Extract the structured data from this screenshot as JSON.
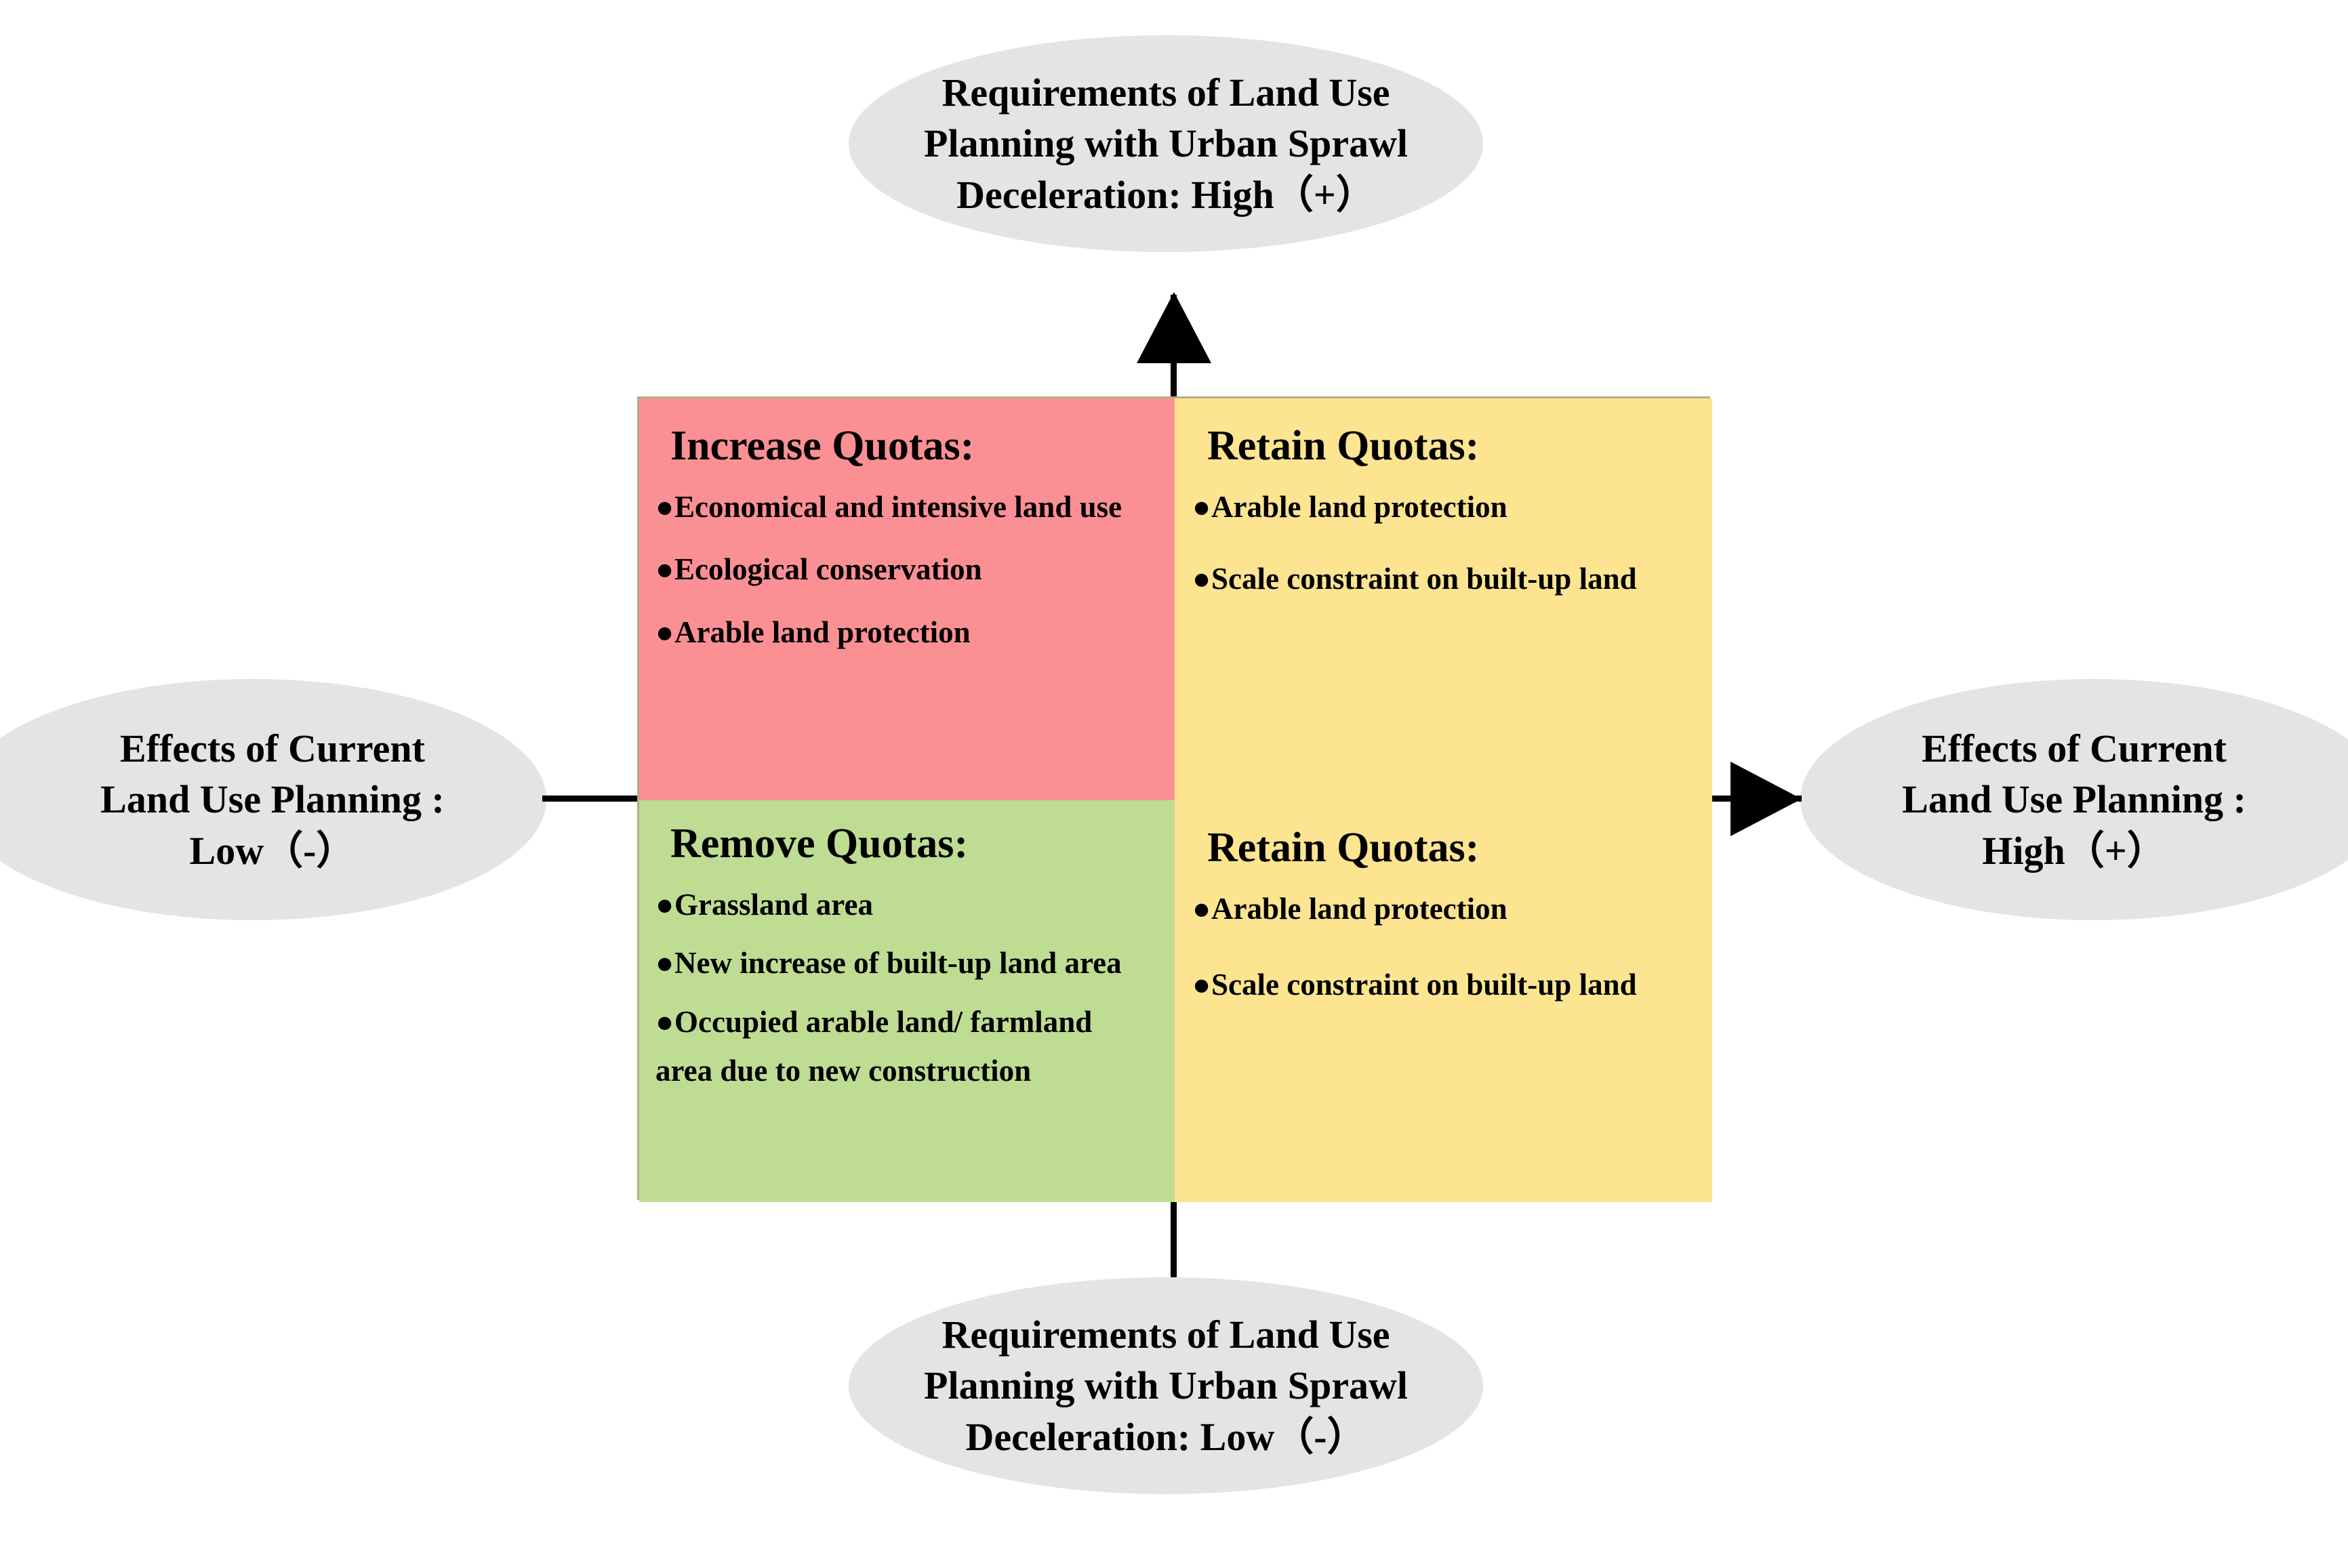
{
  "diagram": {
    "title": "Land Use Planning Quota Strategy Matrix",
    "colors": {
      "pink": "#fb9094",
      "yellow": "#fde491",
      "green": "#bfdc93",
      "ellipse_fill": "#e4e4e4",
      "border": "#b8ab84",
      "axis": "#000000"
    }
  },
  "axes": {
    "top": {
      "line1": "Requirements of Land Use",
      "line2": "Planning with Urban Sprawl",
      "line3": "Deceleration: High（+）"
    },
    "bottom": {
      "line1": "Requirements of Land Use",
      "line2": "Planning with Urban Sprawl",
      "line3": "Deceleration: Low（-）"
    },
    "left": {
      "line1": "Effects of Current",
      "line2": "Land Use Planning :",
      "line3": "Low（-）"
    },
    "right": {
      "line1": "Effects of Current",
      "line2": "Land Use Planning :",
      "line3": "High（+）"
    }
  },
  "quadrants": {
    "top_left": {
      "title": "Increase Quotas:",
      "color": "#fb9094",
      "items": [
        "Economical and intensive land use",
        "Ecological conservation",
        "Arable land protection"
      ]
    },
    "top_right": {
      "title": "Retain Quotas:",
      "color": "#fde491",
      "items": [
        "Arable land protection",
        "Scale constraint on built-up land"
      ]
    },
    "bottom_left": {
      "title": "Remove Quotas:",
      "color": "#bfdc93",
      "items": [
        "Grassland area",
        "New increase of built-up land area",
        "Occupied arable land/ farmland"
      ],
      "item3_continuation": "area due to new construction"
    },
    "bottom_right": {
      "title": "Retain Quotas:",
      "color": "#fde491",
      "items": [
        "Arable land protection",
        "Scale constraint on built-up land"
      ]
    }
  },
  "bullet_glyph": "●"
}
